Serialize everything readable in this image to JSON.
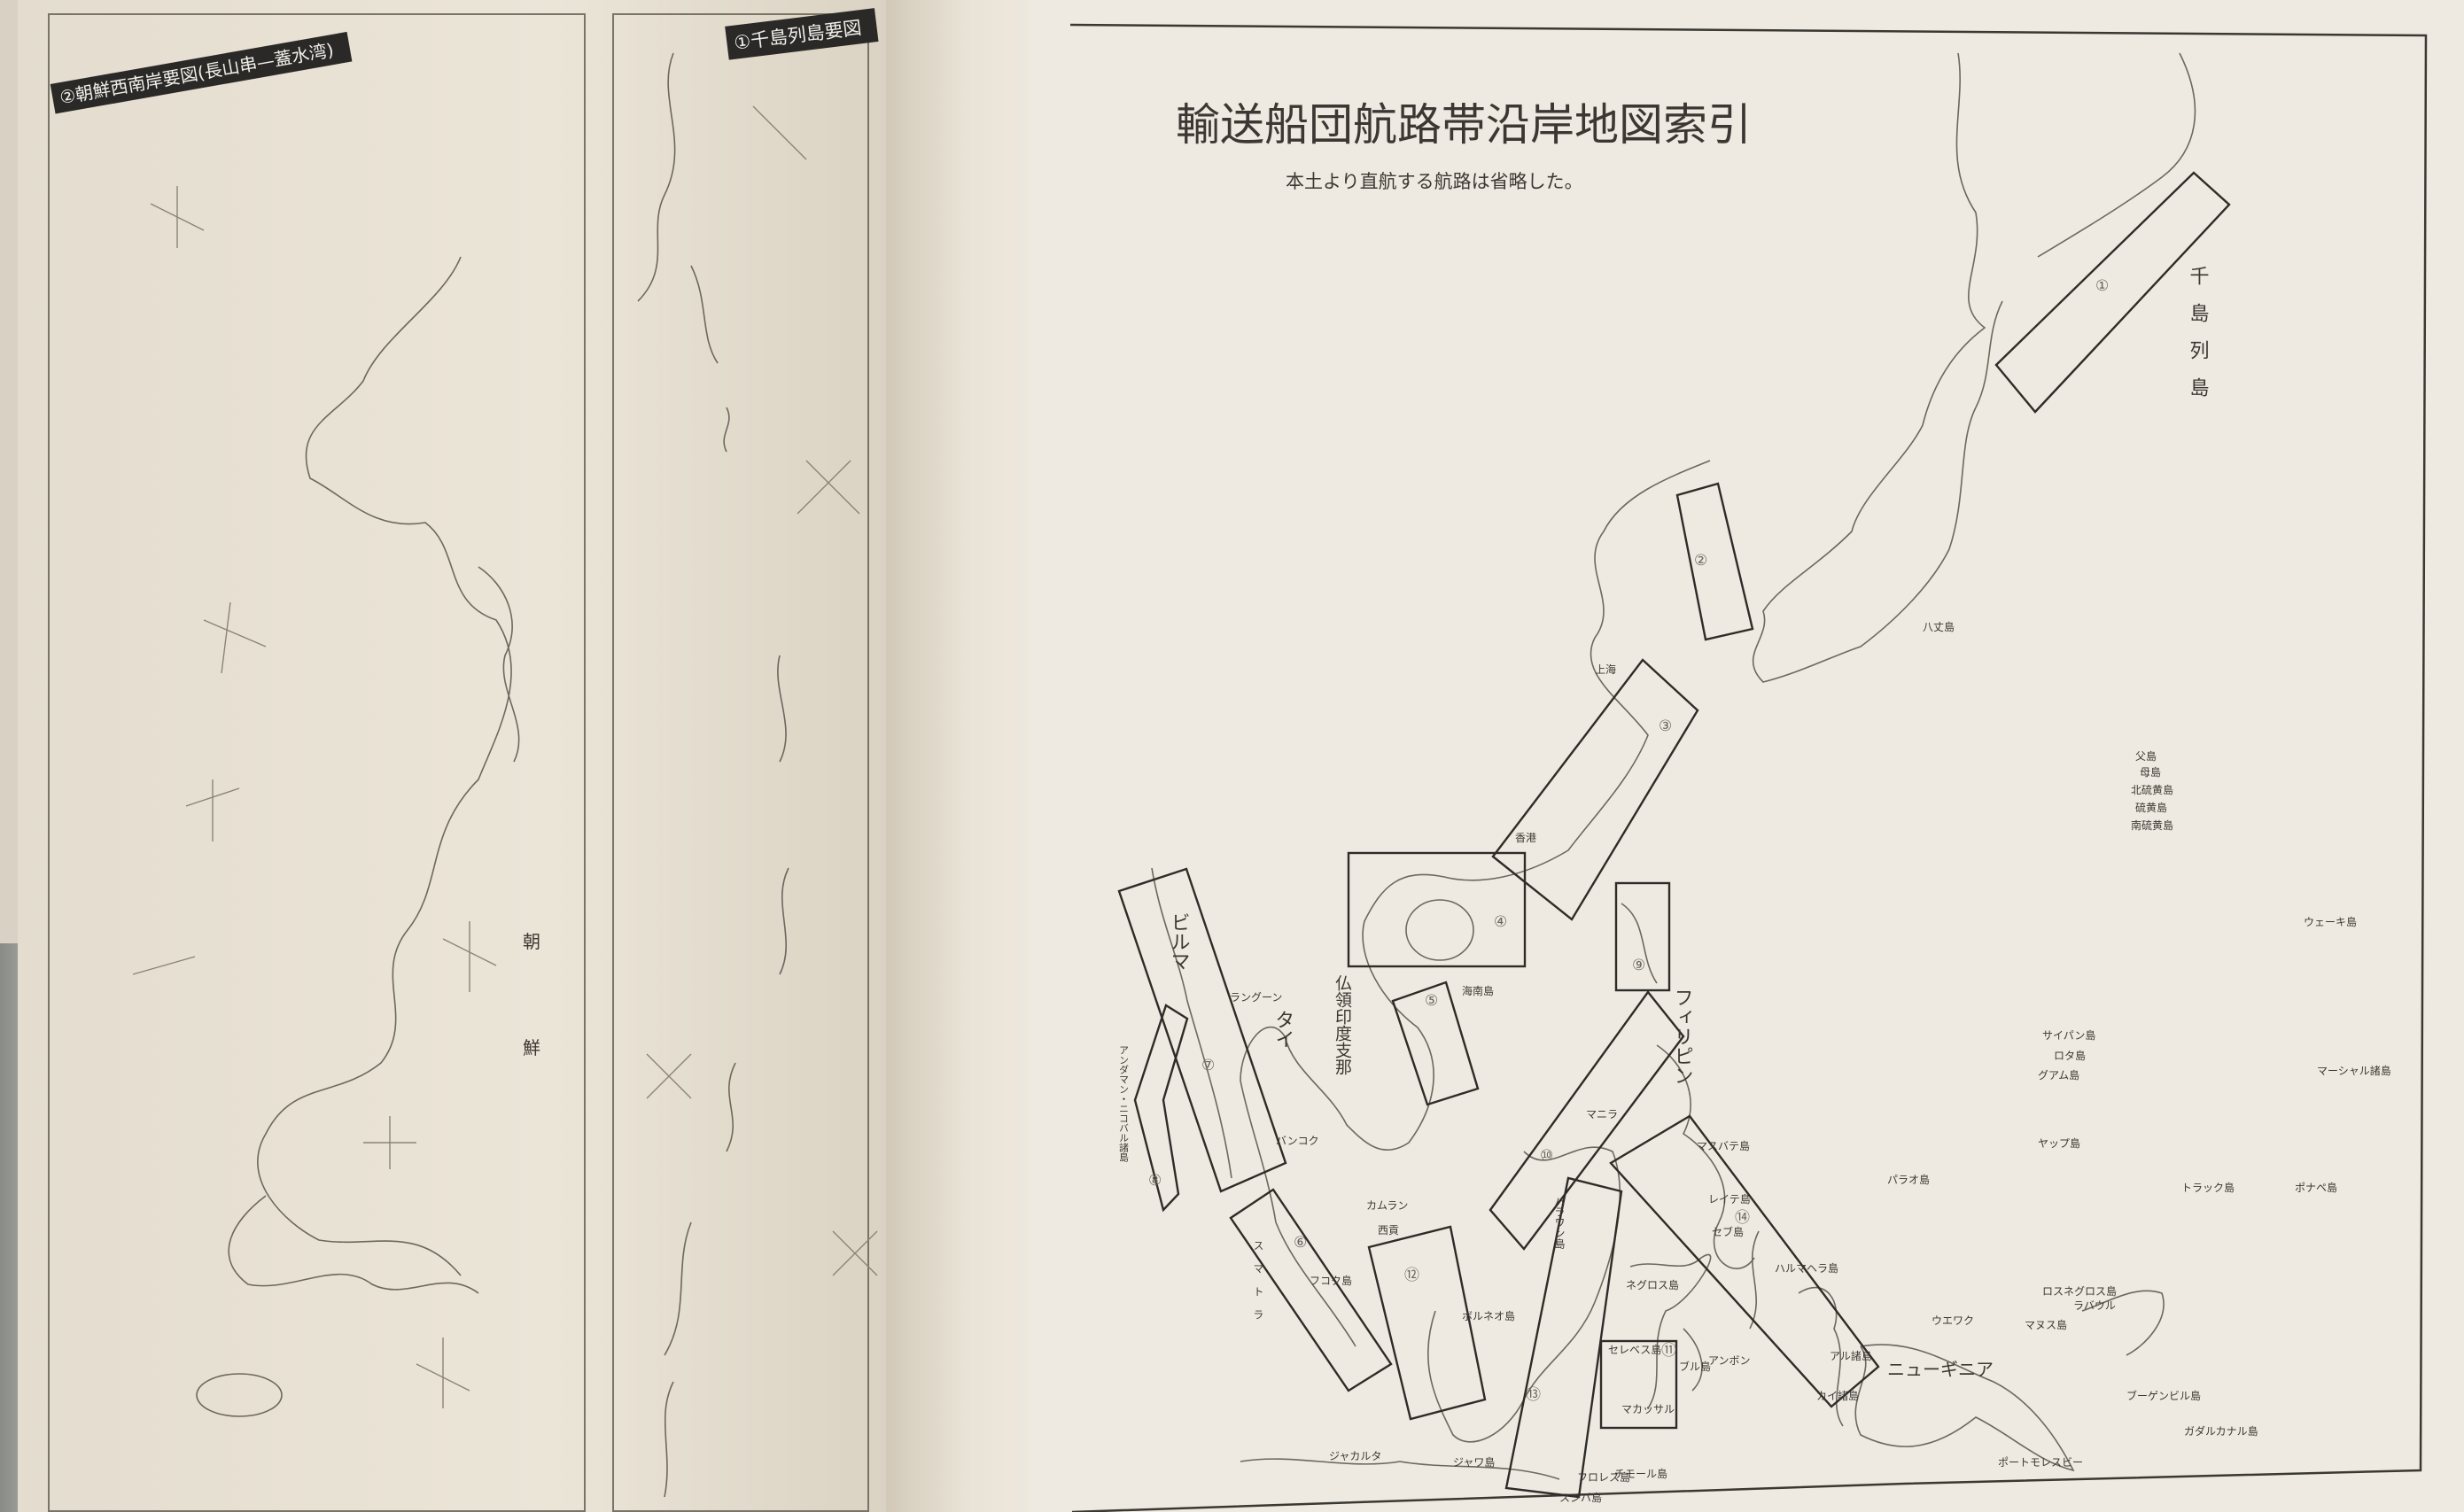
{
  "left_page": {
    "map_a_title": "②朝鮮西南岸要図(長山串—蓋水湾)",
    "map_a_labels": [
      "朝",
      "鮮"
    ],
    "map_b_title": "①千島列島要図"
  },
  "right_page": {
    "title": "輸送船団航路帯沿岸地図索引",
    "subtitle": "本土より直航する航路は省略した。",
    "region_numbers": [
      "①",
      "②",
      "③",
      "④",
      "⑤",
      "⑥",
      "⑦",
      "⑧",
      "⑨",
      "⑩",
      "⑪",
      "⑫",
      "⑬",
      "⑭"
    ],
    "country_labels": {
      "burma": "ビルマ",
      "thai": "タイ",
      "indochina": "仏領印度支那",
      "philippines": "フィリピン",
      "new_guinea": "ニューギニア",
      "kurils": "千島列島"
    },
    "places": {
      "hainan": "海南島",
      "hongkong": "香港",
      "shanghai": "上海",
      "rangoon": "ラングーン",
      "bangkok": "バンコク",
      "camranh": "カムラン",
      "saigon": "西貢",
      "phuquoc": "フコク島",
      "manila": "マニラ",
      "masbate": "マスバテ島",
      "leyte": "レイテ島",
      "cebu": "セブ島",
      "negros": "ネグロス島",
      "palawan": "パラワン島",
      "halmahera": "ハルマヘラ島",
      "celebes": "セレベス島",
      "makassar": "マカッサル",
      "ambon": "アンボン",
      "buru": "ブル島",
      "flores": "フロレス島",
      "sumba": "スンバ島",
      "timor": "チモール島",
      "kai": "カイ諸島",
      "aru": "アル諸島",
      "wewak": "ウエワク",
      "rabaul": "ラバウル",
      "port_moresby": "ポートモレスビー",
      "guadalcanal": "ガダルカナル島",
      "bougainville": "ブーゲンビル島",
      "admiralty": "ロスネグロス島",
      "manus": "マヌス島",
      "wake": "ウェーキ島",
      "saipan": "サイパン島",
      "rota": "ロタ島",
      "guam": "グアム島",
      "marshall": "マーシャル諸島",
      "truk": "トラック島",
      "ponape": "ポナペ島",
      "yap": "ヤップ島",
      "palau": "パラオ島",
      "hachijo": "八丈島",
      "chichijima": "父島",
      "hahajima": "母島",
      "kitaiwo": "北硫黄島",
      "iwo": "硫黄島",
      "minamiiwo": "南硫黄島",
      "sumatra": "スマトラ",
      "borneo": "ボルネオ島",
      "java": "ジャワ島",
      "jakarta": "ジャカルタ",
      "andaman": "アンダマン・ニコバル諸島"
    }
  }
}
